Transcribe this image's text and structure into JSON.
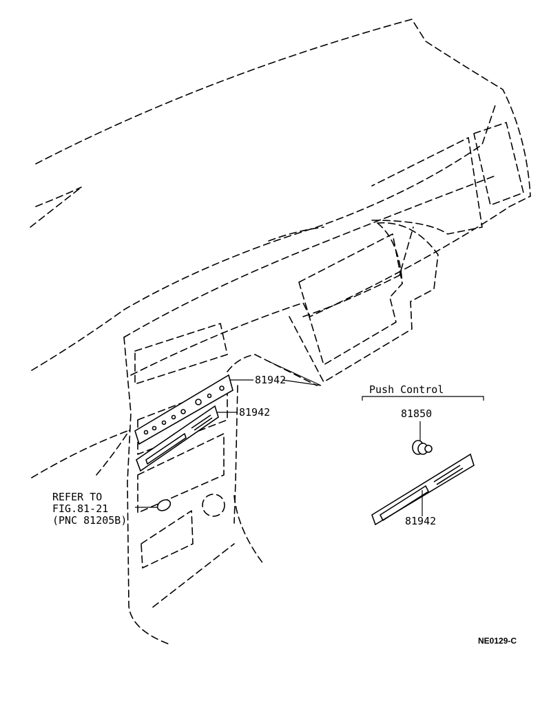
{
  "callouts": {
    "upper_panel": "81942",
    "lower_panel": "81942",
    "push_control_panel": "81942",
    "push_control_knob": "81850"
  },
  "reference_note": {
    "line1": "REFER TO",
    "line2": "FIG.81-21",
    "line3": "(PNC 81205B)"
  },
  "push_control": {
    "title": "Push Control"
  },
  "figure_code": "NE0129-C"
}
